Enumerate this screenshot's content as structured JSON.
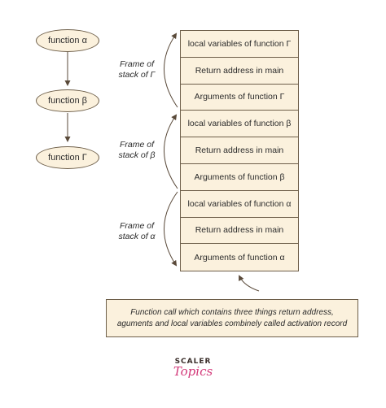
{
  "functions": [
    {
      "label": "function α"
    },
    {
      "label": "function β"
    },
    {
      "label": "function Γ"
    }
  ],
  "stack": [
    "local variables of function Γ",
    "Return address in main",
    "Arguments of function Γ",
    "local variables of function β",
    "Return address in main",
    "Arguments of function β",
    "local variables of function α",
    "Return address in main",
    "Arguments of function α"
  ],
  "frames": [
    {
      "line1": "Frame of",
      "line2": "stack of Γ"
    },
    {
      "line1": "Frame of",
      "line2": "stack of β"
    },
    {
      "line1": "Frame of",
      "line2": "stack of α"
    }
  ],
  "note": {
    "line1": "Function call which contains three things return address,",
    "line2": "aguments and local variables combinely called activation record"
  },
  "logo": {
    "top": "SCALER",
    "bottom": "Topics"
  },
  "colors": {
    "box_fill": "#fbf1dd",
    "stroke": "#6e5f4a",
    "logo_accent": "#d33a7a"
  }
}
